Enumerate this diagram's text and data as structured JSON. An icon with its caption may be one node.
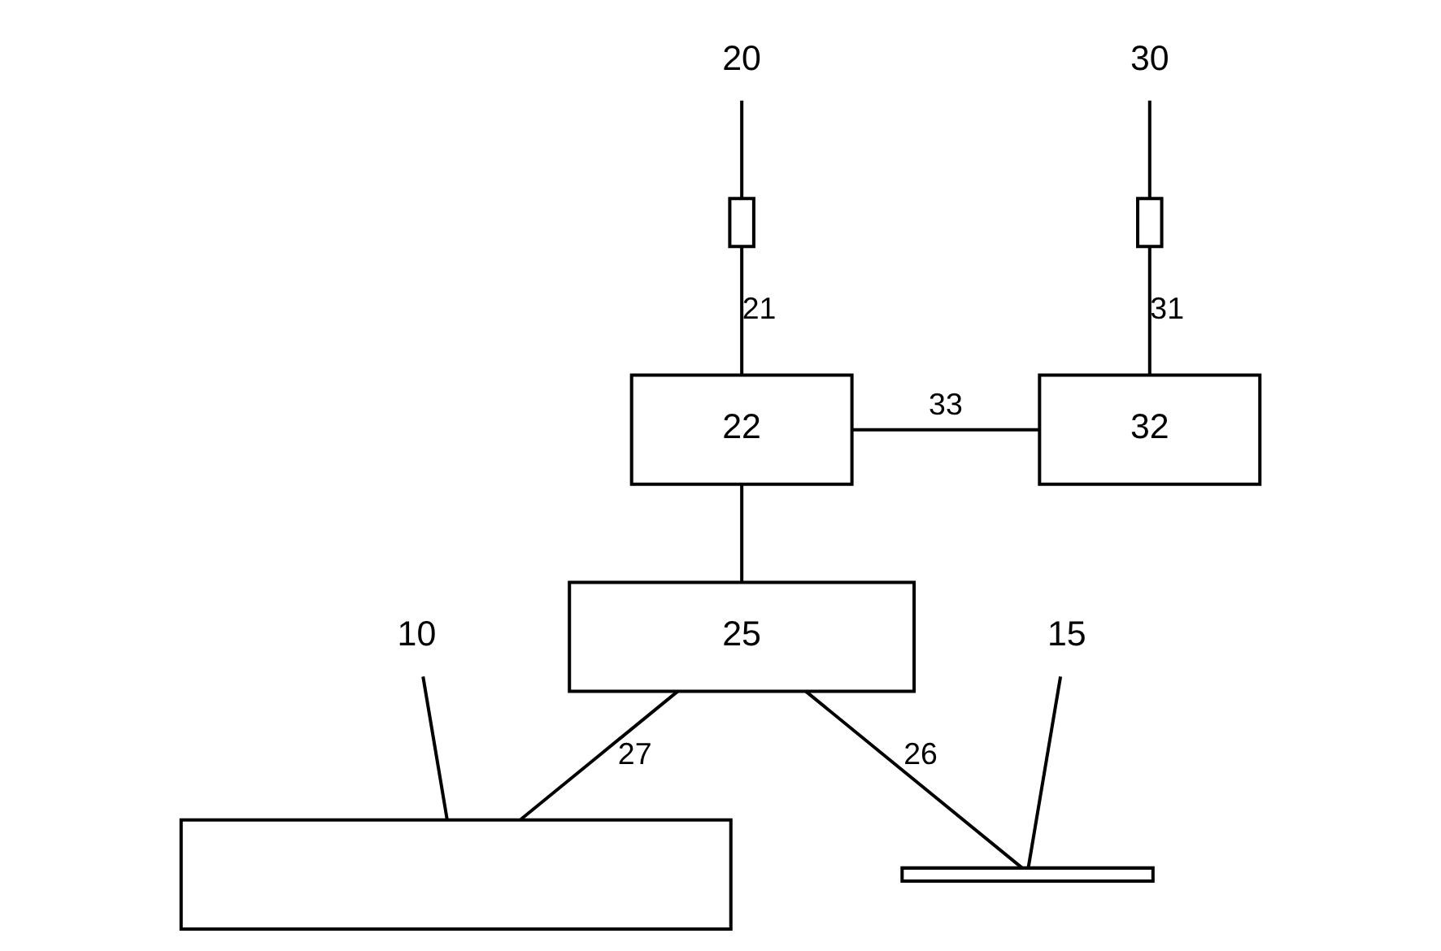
{
  "diagram": {
    "nodes": [
      {
        "text": [
          "10"
        ]
      },
      {
        "text": [],
        "shape": "box"
      },
      {
        "text": [
          "15"
        ]
      },
      {
        "text": [],
        "shape": "bar"
      },
      {
        "text": [
          "20"
        ]
      },
      {
        "text": [],
        "shape": "box"
      },
      {
        "text": [
          "30"
        ]
      },
      {
        "text": [],
        "shape": "box"
      },
      {
        "text": [
          "22"
        ]
      },
      {
        "text": [
          "32"
        ]
      },
      {
        "text": [
          "25"
        ]
      }
    ],
    "edges": [
      {
        "from": 0,
        "to": 1,
        "arrow": "none"
      },
      {
        "from": 2,
        "to": 3,
        "arrow": "none"
      },
      {
        "from": 4,
        "to": 5,
        "arrow": "none"
      },
      {
        "from": 6,
        "to": 7,
        "arrow": "none"
      },
      {
        "from": 5,
        "to": 8,
        "arrow": "none",
        "label": "21"
      },
      {
        "from": 7,
        "to": 9,
        "arrow": "none",
        "label": "31"
      },
      {
        "from": 8,
        "to": 9,
        "arrow": "none",
        "label": "33"
      },
      {
        "from": 8,
        "to": 10,
        "arrow": "none"
      },
      {
        "from": 10,
        "to": 3,
        "arrow": "none",
        "label": "26"
      },
      {
        "from": 10,
        "to": 1,
        "arrow": "none",
        "label": "27"
      }
    ]
  }
}
